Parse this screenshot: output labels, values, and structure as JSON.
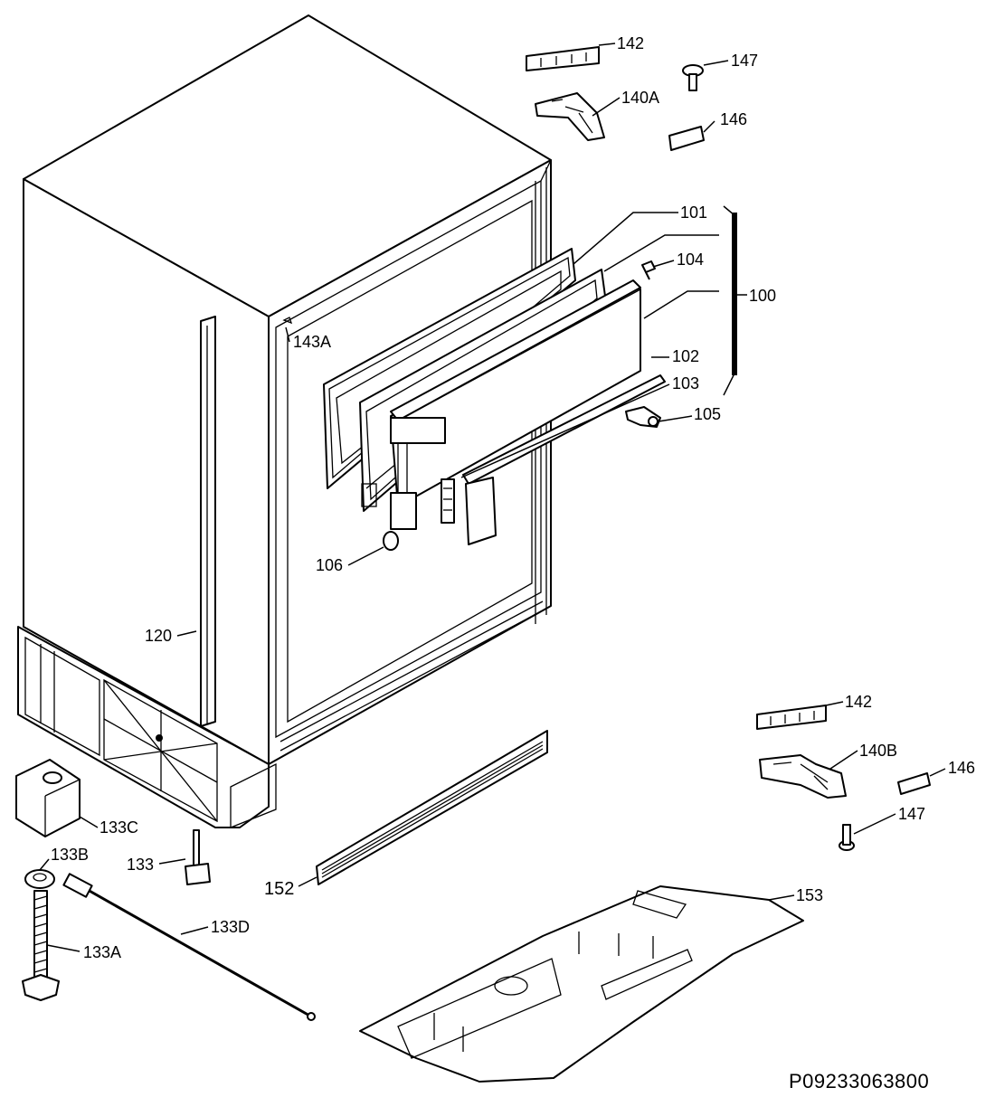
{
  "drawing_code": "P09233063800",
  "labels": {
    "l100": "100",
    "l101": "101",
    "l102": "102",
    "l103": "103",
    "l104": "104",
    "l105": "105",
    "l106": "106",
    "l120": "120",
    "l133": "133",
    "l133A": "133A",
    "l133B": "133B",
    "l133C": "133C",
    "l133D": "133D",
    "l140A": "140A",
    "l140B": "140B",
    "l142_top": "142",
    "l142_bottom": "142",
    "l143A": "143A",
    "l146_top": "146",
    "l146_bottom": "146",
    "l147_top": "147",
    "l147_bottom": "147",
    "l152": "152",
    "l153": "153"
  }
}
